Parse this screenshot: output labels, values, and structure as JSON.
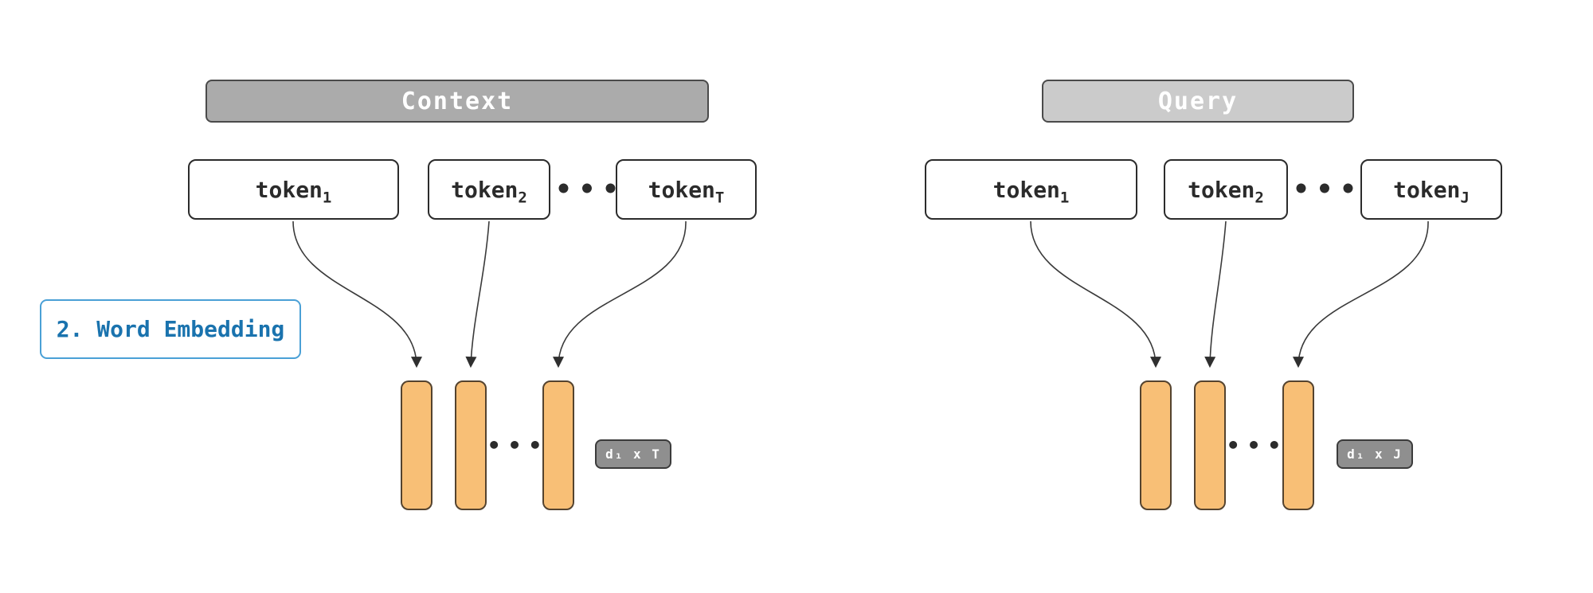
{
  "diagram": {
    "step_label": "2. Word Embedding",
    "panels": [
      {
        "name": "context",
        "header": "Context",
        "tokens": [
          {
            "base": "token",
            "sub": "1"
          },
          {
            "base": "token",
            "sub": "2"
          },
          {
            "base": "token",
            "sub": "T"
          }
        ],
        "token_ellipsis": "•••",
        "bar_ellipsis": "•••",
        "dims_badge": "d₁ x T"
      },
      {
        "name": "query",
        "header": "Query",
        "tokens": [
          {
            "base": "token",
            "sub": "1"
          },
          {
            "base": "token",
            "sub": "2"
          },
          {
            "base": "token",
            "sub": "J"
          }
        ],
        "token_ellipsis": "•••",
        "bar_ellipsis": "•••",
        "dims_badge": "d₁ x J"
      }
    ],
    "colors": {
      "context_header_fill": "#ababab",
      "query_header_fill": "#cbcbcb",
      "header_border": "#4a4a4a",
      "header_text": "#ffffff",
      "token_box_border": "#2b2b2b",
      "embedding_bar_fill": "#f8bf76",
      "embedding_bar_border": "#54432f",
      "badge_fill": "#8f8f8f",
      "badge_text": "#ffffff",
      "step_label_text": "#1a73ae",
      "step_label_border": "#4aa0d6",
      "arrow_stroke": "#3a3a3a"
    }
  }
}
